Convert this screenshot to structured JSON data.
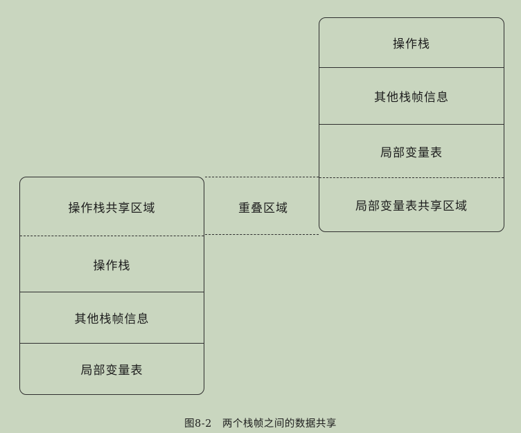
{
  "figure": {
    "background_color": "#c9d6bf",
    "line_color": "#2e2e2e",
    "caption": "图8-2　两个栈帧之间的数据共享",
    "overlap_label": "重叠区域"
  },
  "frame_right": {
    "rows": [
      "操作栈",
      "其他栈帧信息",
      "局部变量表",
      "局部变量表共享区域"
    ]
  },
  "frame_left": {
    "rows": [
      "操作栈共享区域",
      "操作栈",
      "其他栈帧信息",
      "局部变量表"
    ]
  }
}
